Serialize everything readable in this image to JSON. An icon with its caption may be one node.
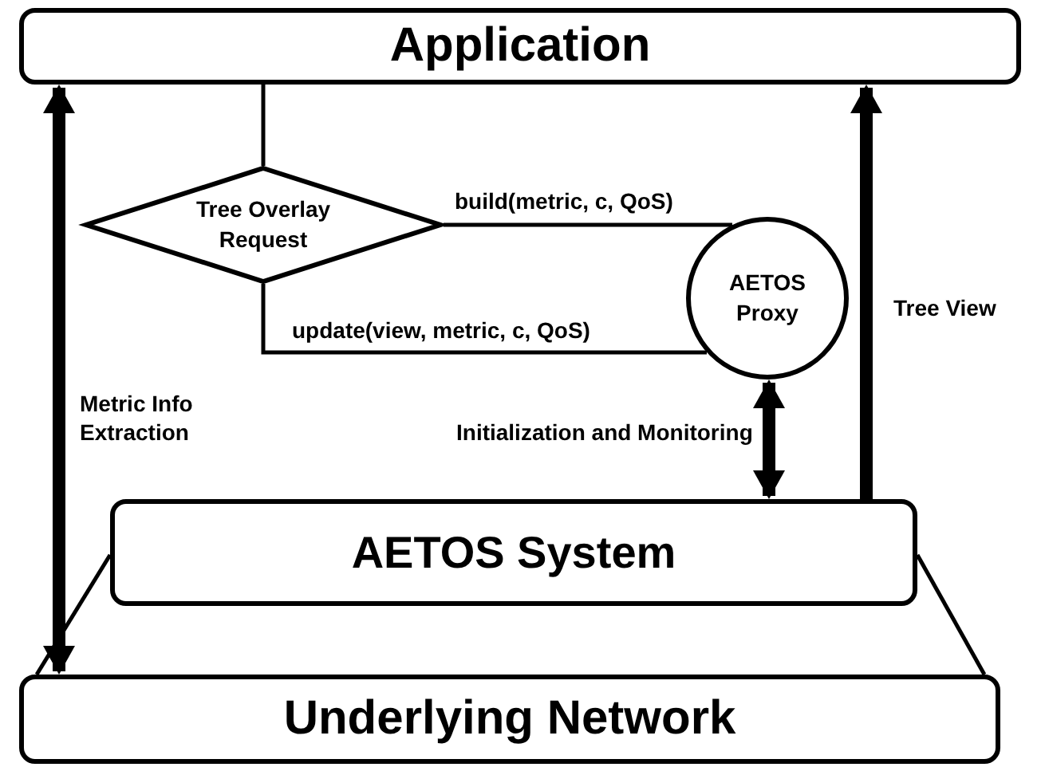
{
  "diagram": {
    "nodes": [
      {
        "text": [
          "Application"
        ]
      },
      {
        "text": [
          "Tree Overlay Request"
        ]
      },
      {
        "text": [
          "AETOS Proxy"
        ]
      },
      {
        "text": [
          "AETOS System"
        ]
      },
      {
        "text": [
          "Underlying Network"
        ]
      }
    ],
    "edges": [
      {
        "from": 0,
        "to": 1,
        "arrow": "none"
      },
      {
        "from": 1,
        "to": 2,
        "arrow": "none",
        "label": "build(metric, c, QoS)"
      },
      {
        "from": 1,
        "to": 2,
        "arrow": "none",
        "label": "update(view, metric, c, QoS)"
      },
      {
        "from": 2,
        "to": 3,
        "arrow": "both",
        "style": "thick",
        "label": "Initialization and Monitoring"
      },
      {
        "from": 3,
        "to": 0,
        "arrow": "to",
        "style": "thick",
        "label": "Tree View"
      },
      {
        "from": 0,
        "to": 4,
        "arrow": "both",
        "style": "thick",
        "label": "Metric Info Extraction"
      },
      {
        "from": 3,
        "to": 4,
        "arrow": "none"
      },
      {
        "from": 3,
        "to": 4,
        "arrow": "none"
      }
    ]
  }
}
